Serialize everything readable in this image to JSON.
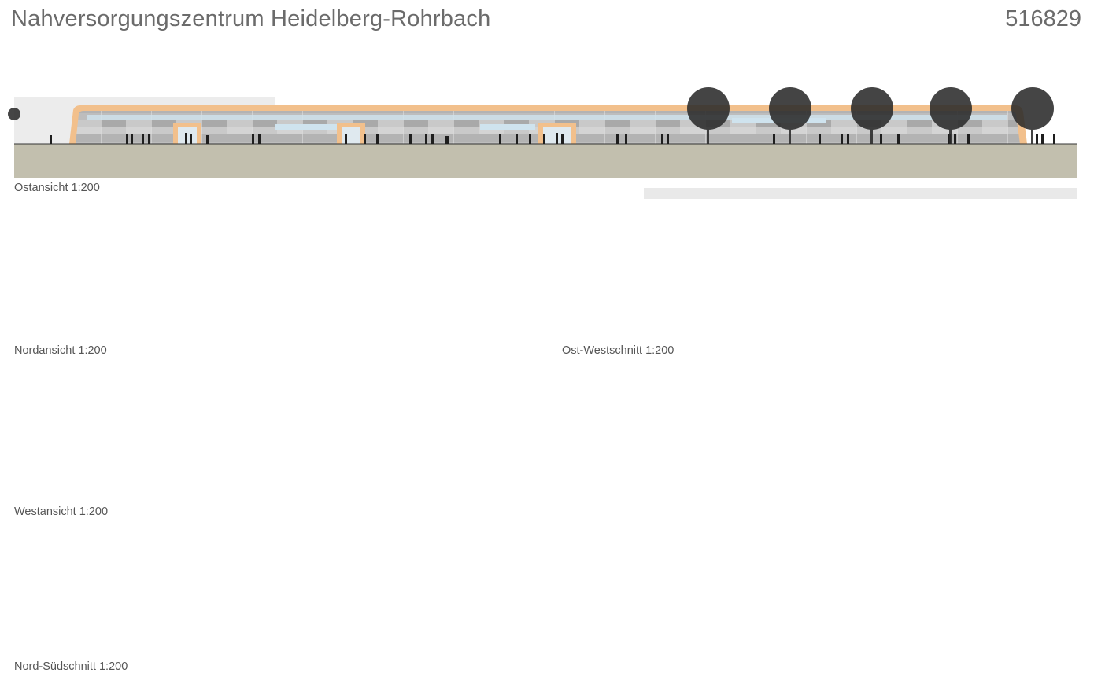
{
  "header": {
    "title": "Nahversorgungszentrum Heidelberg-Rohrbach",
    "number": "516829"
  },
  "drawings": {
    "east_elevation": {
      "caption": "Ostansicht  1:200"
    },
    "north_elevation": {
      "caption": "Nordansicht  1:200"
    },
    "east_west_section": {
      "caption": "Ost-Westschnitt  1:200"
    },
    "west_elevation": {
      "caption": "Westansicht  1:200"
    },
    "north_south_section": {
      "caption": "Nord-Südschnitt  1:200"
    }
  },
  "colors": {
    "ground": "#c2bfae",
    "facade_orange": "#f2c08c",
    "facade_grey": "#b9b9b9",
    "glass_blue": "#cfe3ee",
    "tree": "#2b2b2b"
  }
}
